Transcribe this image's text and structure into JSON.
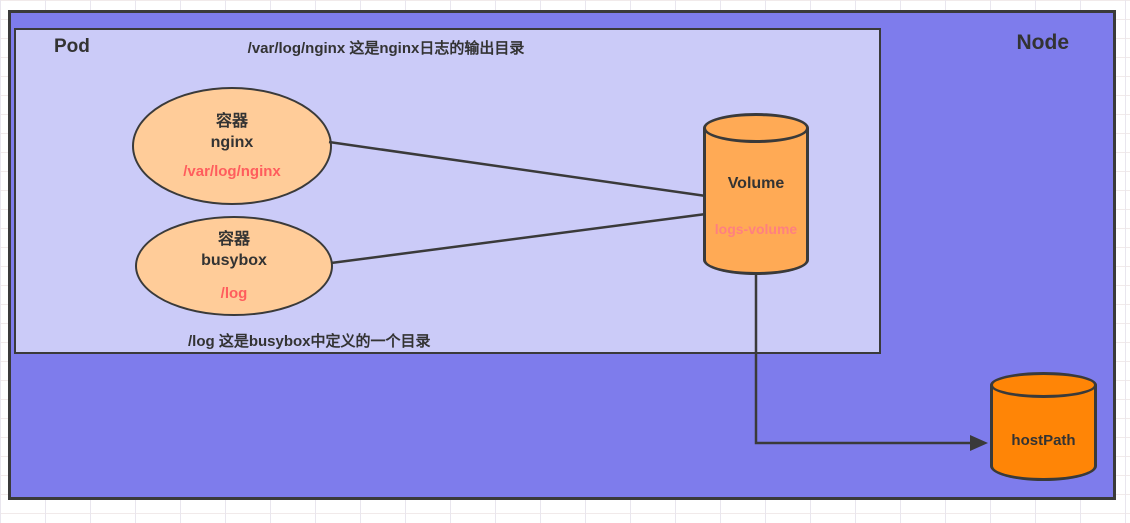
{
  "node": {
    "label": "Node"
  },
  "pod": {
    "label": "Pod",
    "annotation_top": "/var/log/nginx 这是nginx日志的输出目录",
    "annotation_bottom": "/log 这是busybox中定义的一个目录"
  },
  "containers": [
    {
      "type_label": "容器",
      "name": "nginx",
      "mount_path": "/var/log/nginx"
    },
    {
      "type_label": "容器",
      "name": "busybox",
      "mount_path": "/log"
    }
  ],
  "volume": {
    "label": "Volume",
    "name": "logs-volume"
  },
  "host_path": {
    "label": "hostPath"
  },
  "colors": {
    "node_fill": "#7e7cec",
    "pod_fill": "#cbcbf8",
    "container_fill": "#ffcc99",
    "volume_fill": "#ffaa55",
    "hostpath_fill": "#ff8506",
    "border": "#3a3a3a",
    "label_text": "#333333",
    "path_text": "#ff5d5d",
    "volume_name_text": "#ff8080"
  }
}
